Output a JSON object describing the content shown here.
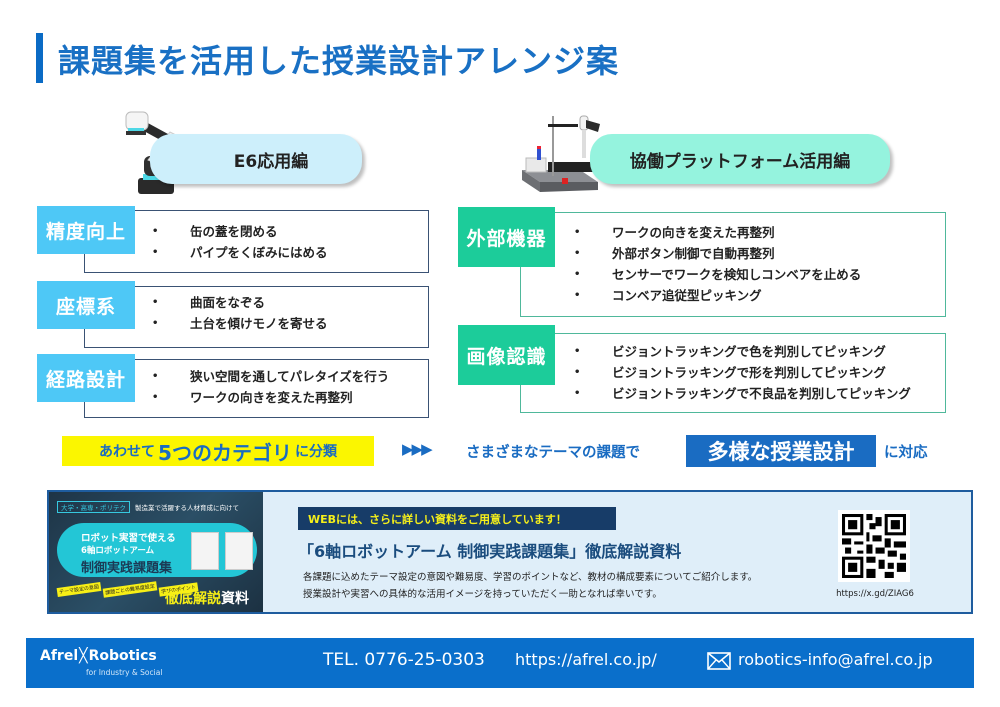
{
  "title": "課題集を活用した授業設計アレンジ案",
  "colors": {
    "primary_blue": "#1970c4",
    "left_tag_blue": "#4ec8f6",
    "right_tag_green": "#1ccc9a",
    "left_pill": "#cdeffb",
    "right_pill": "#95f3de",
    "highlight_yellow": "#fbf600",
    "footer_blue": "#0a6fcb"
  },
  "left_section": {
    "pill_label": "E6応用編",
    "image": "robot-arm-e6",
    "categories": [
      {
        "tag": "精度向上",
        "items": [
          "缶の蓋を閉める",
          "パイプをくぼみにはめる"
        ]
      },
      {
        "tag": "座標系",
        "items": [
          "曲面をなぞる",
          "土台を傾けモノを寄せる"
        ]
      },
      {
        "tag": "経路設計",
        "items": [
          "狭い空間を通してパレタイズを行う",
          "ワークの向きを変えた再整列"
        ]
      }
    ]
  },
  "right_section": {
    "pill_label": "協働プラットフォーム活用編",
    "image": "collaborative-platform",
    "categories": [
      {
        "tag": "外部機器",
        "items": [
          "ワークの向きを変えた再整列",
          "外部ボタン制御で自動再整列",
          "センサーでワークを検知しコンベアを止める",
          "コンベア追従型ピッキング"
        ]
      },
      {
        "tag": "画像認識",
        "items": [
          "ビジョントラッキングで色を判別してピッキング",
          "ビジョントラッキングで形を判別してピッキング",
          "ビジョントラッキングで不良品を判別してピッキング"
        ]
      }
    ]
  },
  "summary": {
    "part1_small": "あわせて",
    "part1_big": "5つのカテゴリ",
    "part1_end": "に分類",
    "arrows": "▶▶▶",
    "middle": "さまざまなテーマの課題で",
    "highlight": "多様な授業設計",
    "end": "に対応"
  },
  "web_banner": {
    "thumbnail": {
      "top_tag": "大学・高専・ポリテク",
      "top_text": "製造業で活躍する人材育成に向けて",
      "line1": "ロボット実習で使える",
      "line2": "6軸ロボットアーム",
      "line3": "制御実践課題集",
      "tags": [
        "テーマ設定の意図",
        "課題ごとの難易度設定",
        "学びのポイント"
      ],
      "big_yellow": "徹底解説",
      "big_white": "資料"
    },
    "badge": "WEBには、さらに詳しい資料をご用意しています！",
    "heading": "「6軸ロボットアーム 制御実践課題集」徹底解説資料",
    "desc_line1": "各課題に込めたテーマ設定の意図や難易度、学習のポイントなど、教材の構成要素についてご紹介します。",
    "desc_line2": "授業設計や実習への具体的な活用イメージを持っていただく一助となれば幸いです。",
    "qr_url": "https://x.gd/ZIAG6"
  },
  "footer": {
    "logo_main_left": "Afrel",
    "logo_main_right": "Robotics",
    "logo_sub": "for Industry & Social",
    "tel": "TEL. 0776-25-0303",
    "website": "https://afrel.co.jp/",
    "email": "robotics-info@afrel.co.jp"
  }
}
